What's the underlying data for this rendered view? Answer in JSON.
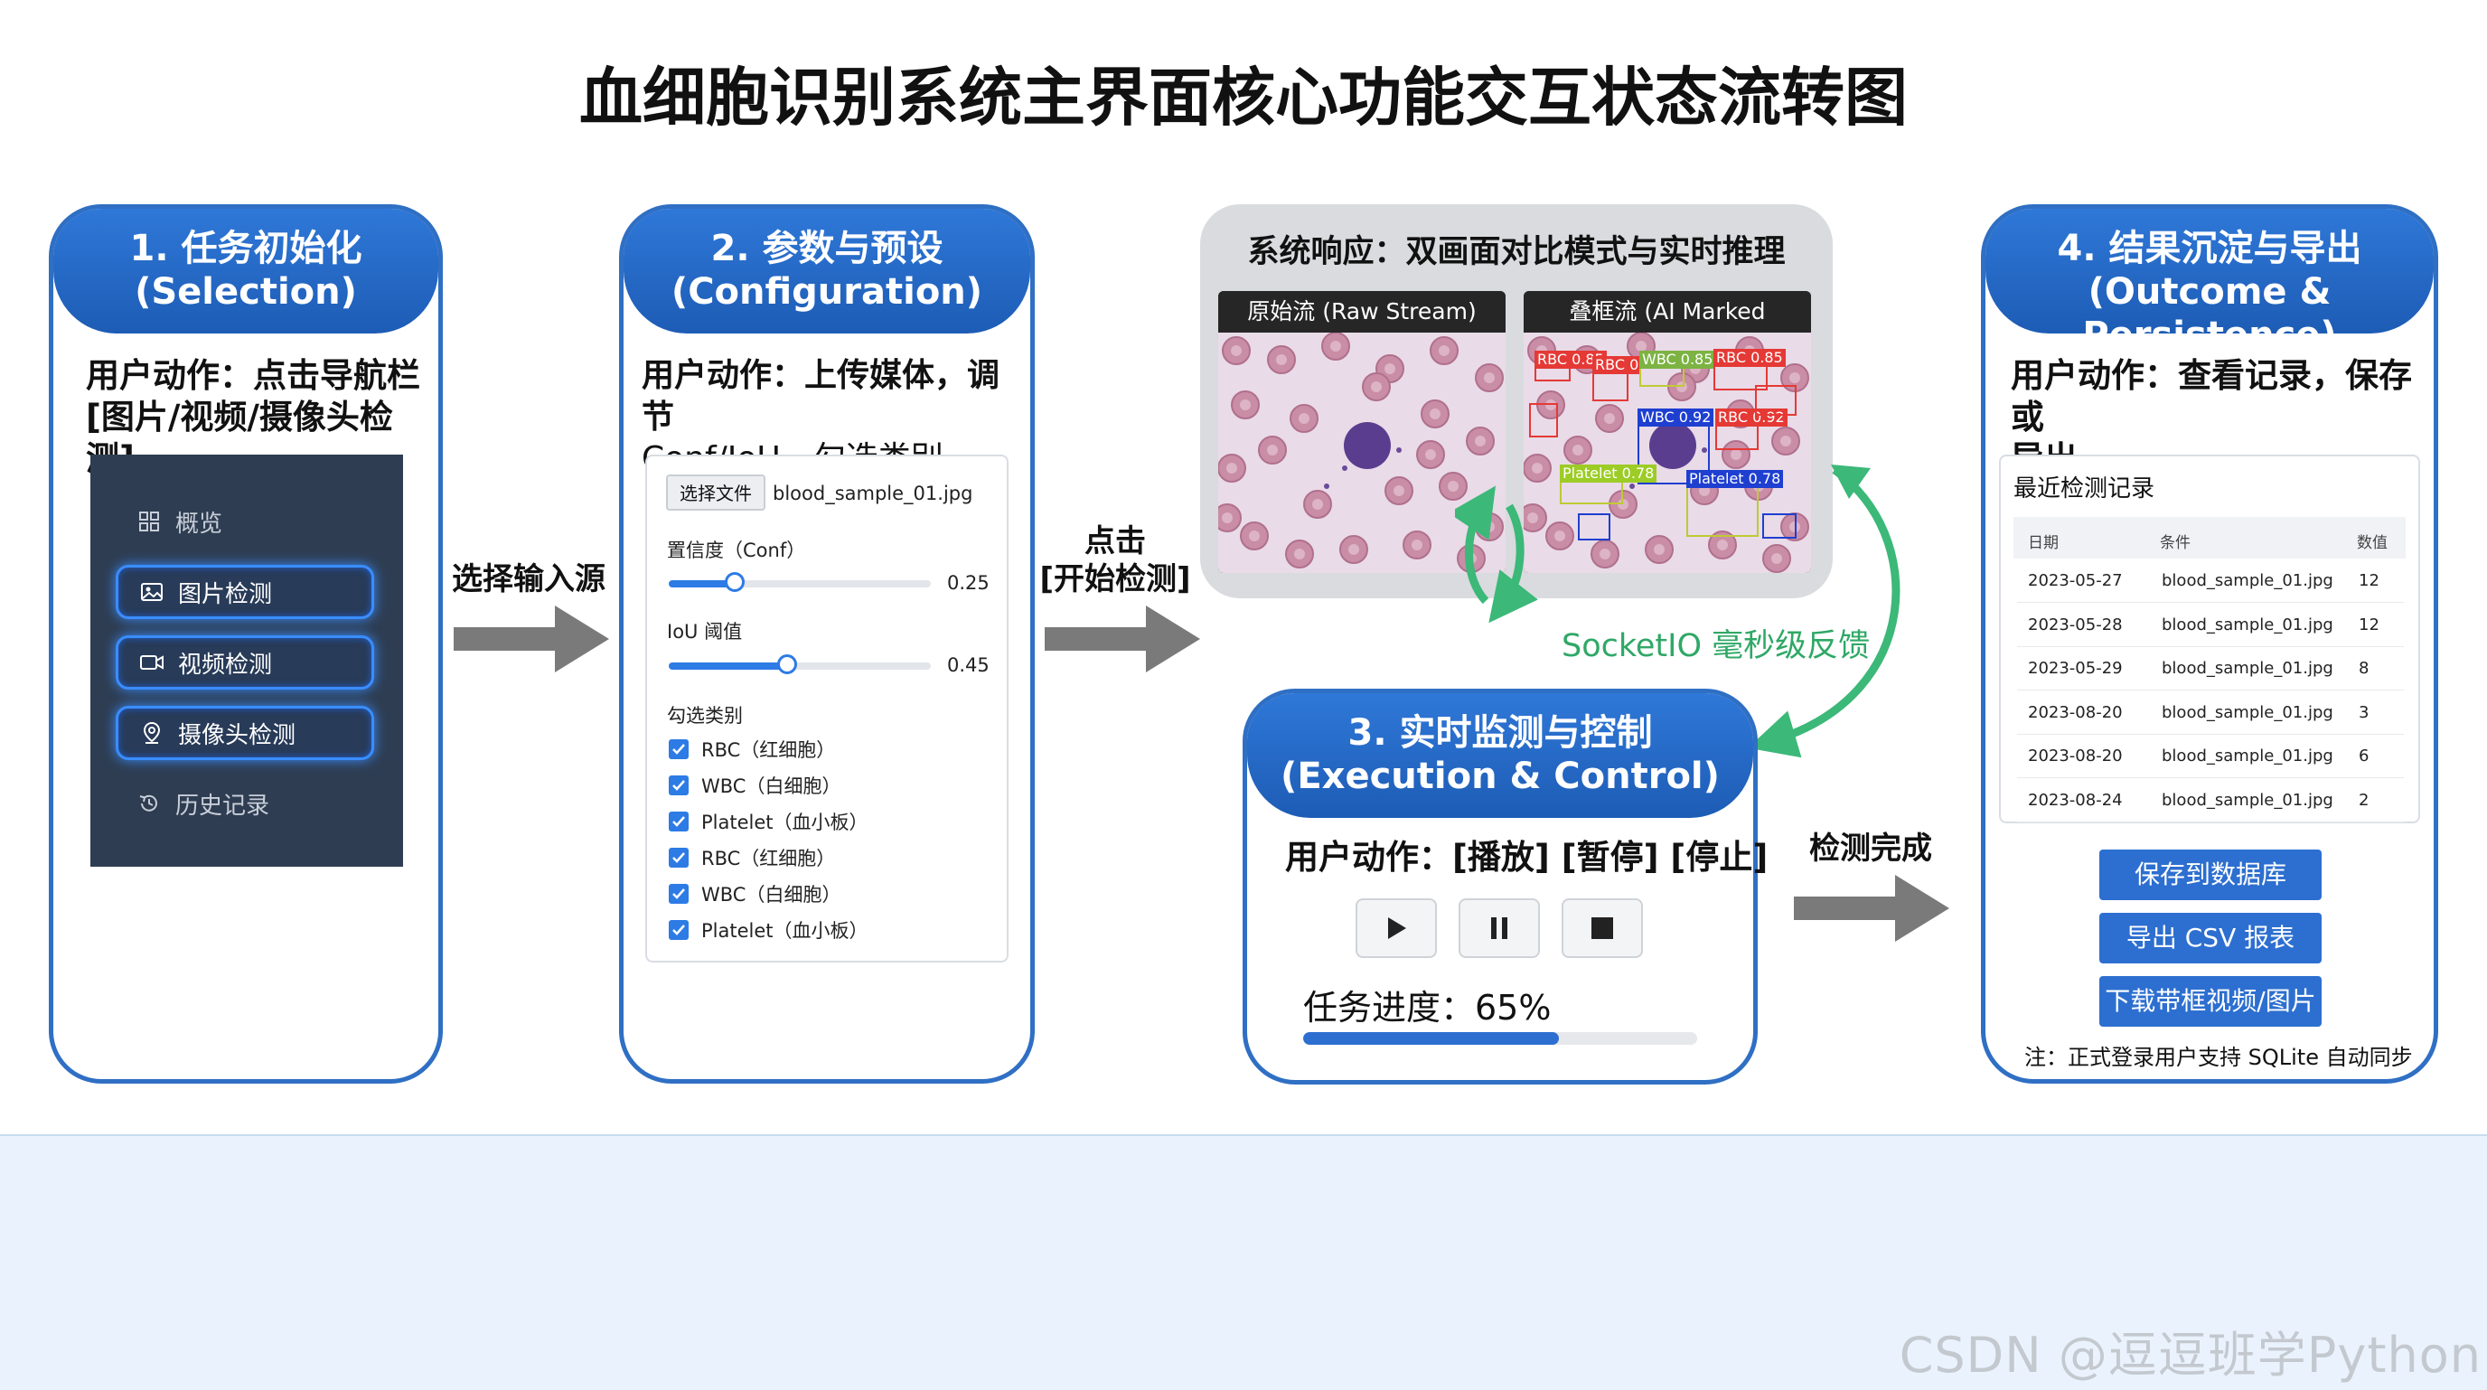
{
  "title": "血细胞识别系统主界面核心功能交互状态流转图",
  "step1": {
    "title_line1": "1. 任务初始化",
    "title_line2": "(Selection)",
    "action_line1": "用户动作：点击导航栏",
    "action_line2": "[图片/视频/摄像头检测]",
    "nav_items": [
      {
        "label": "概览",
        "icon": "grid-icon",
        "active": false
      },
      {
        "label": "图片检测",
        "icon": "image-icon",
        "active": true
      },
      {
        "label": "视频检测",
        "icon": "video-icon",
        "active": true
      },
      {
        "label": "摄像头检测",
        "icon": "camera-pin-icon",
        "active": true
      },
      {
        "label": "历史记录",
        "icon": "history-icon",
        "active": false
      }
    ]
  },
  "arrow1_label": "选择输入源",
  "step2": {
    "title_line1": "2. 参数与预设",
    "title_line2": "(Configuration)",
    "action_line1": "用户动作：上传媒体，调节",
    "action_line2": "Conf/IoU，勾选类别",
    "file_button": "选择文件",
    "file_name": "blood_sample_01.jpg",
    "conf_label": "置信度（Conf）",
    "conf_value": "0.25",
    "conf_fraction": 0.25,
    "iou_label": "IoU 阈值",
    "iou_value": "0.45",
    "iou_fraction": 0.45,
    "classes_label": "勾选类别",
    "classes": [
      "RBC（红细胞）",
      "WBC（白细胞）",
      "Platelet（血小板）",
      "RBC（红细胞）",
      "WBC（白细胞）",
      "Platelet（血小板）"
    ]
  },
  "arrow2_label_line1": "点击",
  "arrow2_label_line2": "[开始检测]",
  "response": {
    "title": "系统响应：双画面对比模式与实时推理",
    "raw_title": "原始流 (Raw Stream)",
    "marked_title": "叠框流 (AI Marked Stream)",
    "boxes": [
      "RBC 0.85",
      "RBC 0",
      "WBC 0.85",
      "RBC 0.85",
      "WBC 0.92",
      "RBC 0.92",
      "Platelet 0.78",
      "Platelet 0.78"
    ]
  },
  "socket_label": "SocketIO 毫秒级反馈",
  "step3": {
    "title_line1": "3. 实时监测与控制",
    "title_line2": "(Execution & Control)",
    "action": "用户动作：[播放] [暂停] [停止]",
    "progress_label": "任务进度：65%",
    "progress_fraction": 0.65
  },
  "arrow3_label": "检测完成",
  "step4": {
    "title_line1": "4. 结果沉淀与导出",
    "title_line2": "(Outcome & Persistence)",
    "action_line1": "用户动作：查看记录，保存或",
    "action_line2": "导出",
    "records_title": "最近检测记录",
    "columns": [
      "日期",
      "条件",
      "数值"
    ],
    "rows": [
      [
        "2023-05-27",
        "blood_sample_01.jpg",
        "12"
      ],
      [
        "2023-05-28",
        "blood_sample_01.jpg",
        "12"
      ],
      [
        "2023-05-29",
        "blood_sample_01.jpg",
        "8"
      ],
      [
        "2023-08-20",
        "blood_sample_01.jpg",
        "3"
      ],
      [
        "2023-08-20",
        "blood_sample_01.jpg",
        "6"
      ],
      [
        "2023-08-24",
        "blood_sample_01.jpg",
        "2"
      ]
    ],
    "buttons": [
      "保存到数据库",
      "导出 CSV 报表",
      "下载带框视频/图片"
    ],
    "note": "注：正式登录用户支持 SQLite 自动同步"
  },
  "watermark": "CSDN @逗逗班学Python",
  "colors": {
    "primary_blue": "#2f6fc4",
    "green_arrow": "#3cb878",
    "gray_arrow": "#7a7a7a"
  }
}
